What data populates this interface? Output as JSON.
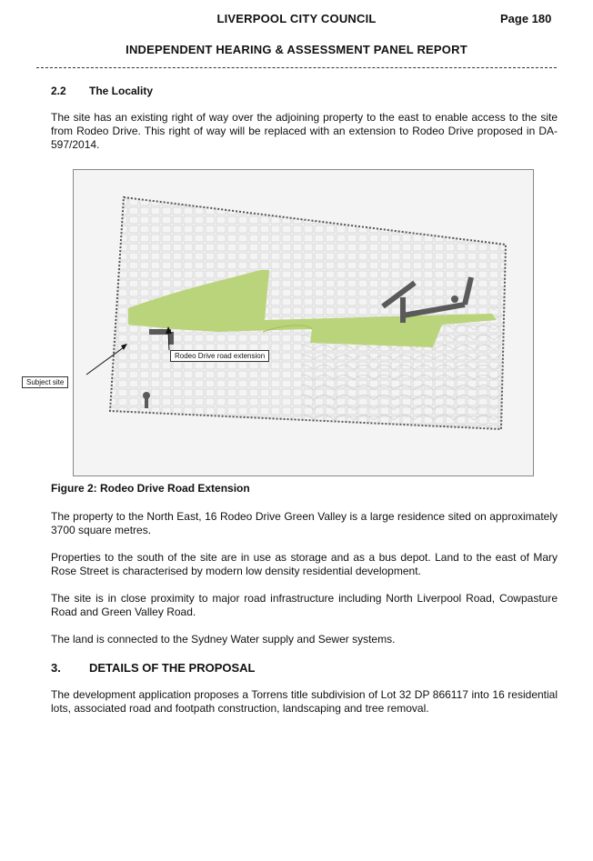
{
  "header": {
    "council": "LIVERPOOL CITY COUNCIL",
    "page": "Page 180",
    "report": "INDEPENDENT HEARING & ASSESSMENT PANEL REPORT"
  },
  "section_2_2": {
    "number": "2.2",
    "title": "The Locality",
    "intro": "The site has an existing right of way over the adjoining property to the east to enable access to the site from Rodeo Drive. This right of way will be replaced with an extension to Rodeo Drive proposed in DA-597/2014."
  },
  "figure": {
    "caption": "Figure 2: Rodeo Drive Road Extension",
    "label_extension": "Rodeo Drive road extension",
    "label_site": "Subject site",
    "colors": {
      "green_area": "#b9d47a",
      "road": "#5a5a5a",
      "boundary": "#555555"
    }
  },
  "paragraphs": [
    "The property to the North East, 16 Rodeo Drive Green Valley is a large residence sited on approximately 3700 square metres.",
    "Properties to the south of the site are in use as storage and as a bus depot. Land to the east of Mary Rose Street is characterised by modern low density residential development.",
    "The site is in close proximity to major road infrastructure including North Liverpool Road, Cowpasture Road and Green Valley Road.",
    "The land is connected to the Sydney Water supply and Sewer systems."
  ],
  "section_3": {
    "number": "3.",
    "title": "DETAILS OF THE PROPOSAL",
    "body": "The development application proposes a Torrens title subdivision of Lot 32 DP 866117 into 16 residential lots, associated road and footpath construction, landscaping and tree removal."
  }
}
